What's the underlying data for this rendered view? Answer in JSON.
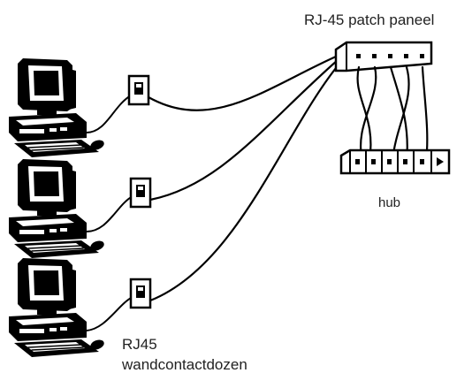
{
  "labels": {
    "patch_panel": "RJ-45 patch paneel",
    "hub": "hub",
    "wall_outlet_line1": "RJ45",
    "wall_outlet_line2": "wandcontactdozen"
  },
  "computers": [
    {
      "icon": "desktop-computer-icon"
    },
    {
      "icon": "desktop-computer-icon"
    },
    {
      "icon": "desktop-computer-icon"
    }
  ],
  "wall_outlets": [
    {
      "icon": "wall-outlet-icon"
    },
    {
      "icon": "wall-outlet-icon"
    },
    {
      "icon": "wall-outlet-icon"
    }
  ],
  "patch_panel": {
    "icon": "patch-panel-icon",
    "ports": 5
  },
  "hub": {
    "icon": "hub-icon",
    "ports": 6
  },
  "colors": {
    "ink": "#000000",
    "background": "#ffffff"
  }
}
